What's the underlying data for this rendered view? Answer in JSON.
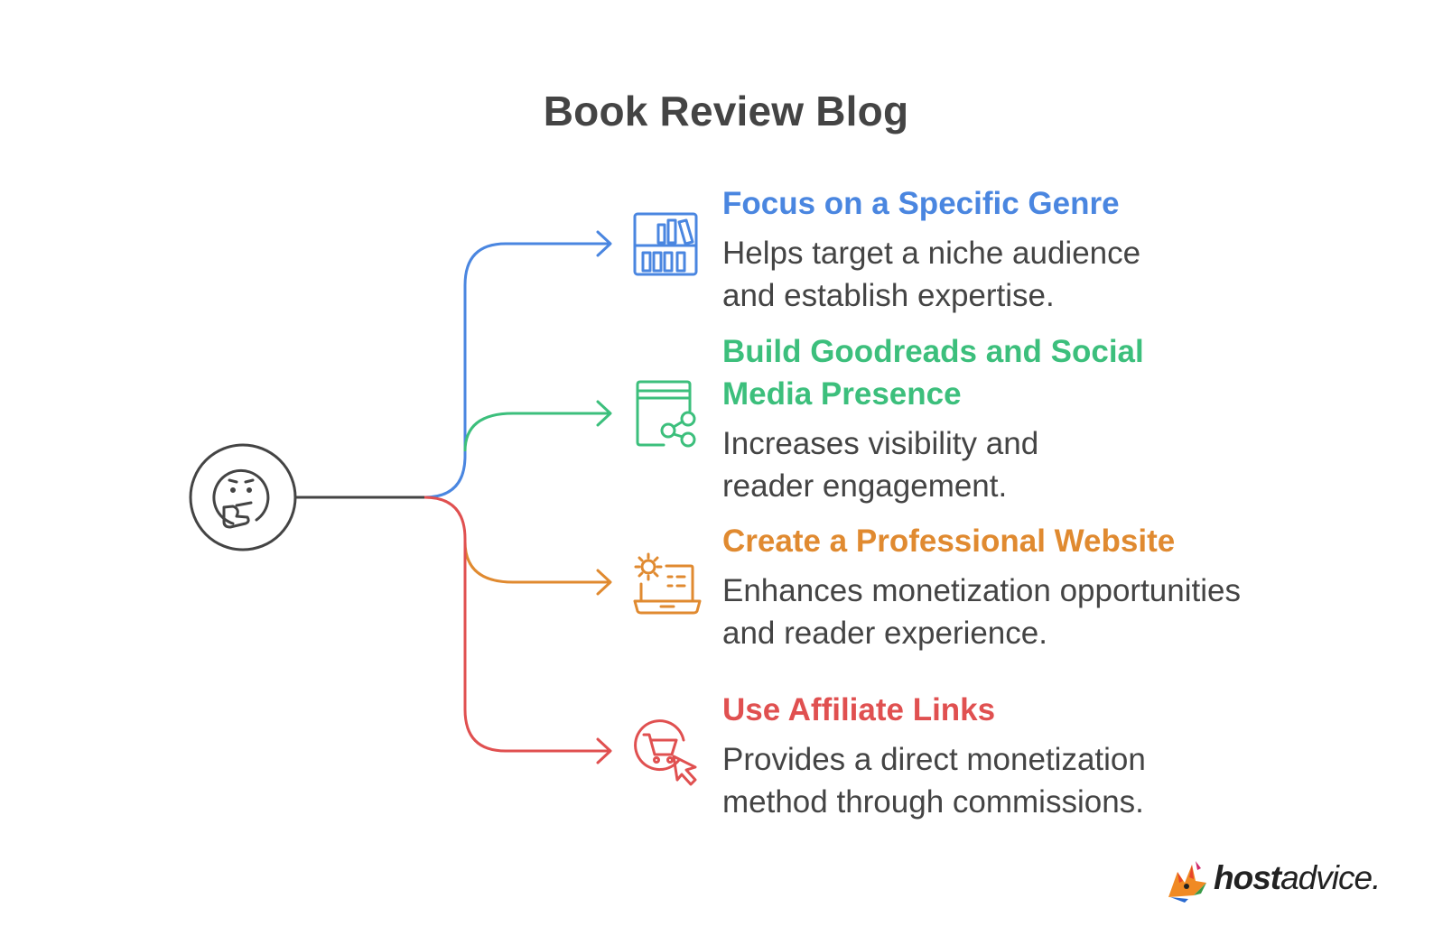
{
  "title": "Book Review Blog",
  "colors": {
    "text": "#444444",
    "blue": "#4a86e0",
    "green": "#3cbf7c",
    "orange": "#e08a30",
    "red": "#e05050"
  },
  "center_icon": "thinking-face-icon",
  "branches": [
    {
      "heading_lines": [
        "Focus on a Specific Genre"
      ],
      "desc_lines": [
        "Helps target a niche audience",
        "and establish expertise."
      ],
      "color": "#4a86e0",
      "icon": "bookshelf-icon"
    },
    {
      "heading_lines": [
        "Build Goodreads and Social",
        "Media Presence"
      ],
      "desc_lines": [
        "Increases visibility and",
        "reader engagement."
      ],
      "color": "#3cbf7c",
      "icon": "book-share-icon"
    },
    {
      "heading_lines": [
        "Create a Professional Website"
      ],
      "desc_lines": [
        "Enhances monetization opportunities",
        "and reader experience."
      ],
      "color": "#e08a30",
      "icon": "laptop-settings-icon"
    },
    {
      "heading_lines": [
        "Use Affiliate Links"
      ],
      "desc_lines": [
        "Provides a direct monetization",
        "method through commissions."
      ],
      "color": "#e05050",
      "icon": "cart-click-icon"
    }
  ],
  "logo": {
    "bold": "host",
    "regular": "advice."
  }
}
